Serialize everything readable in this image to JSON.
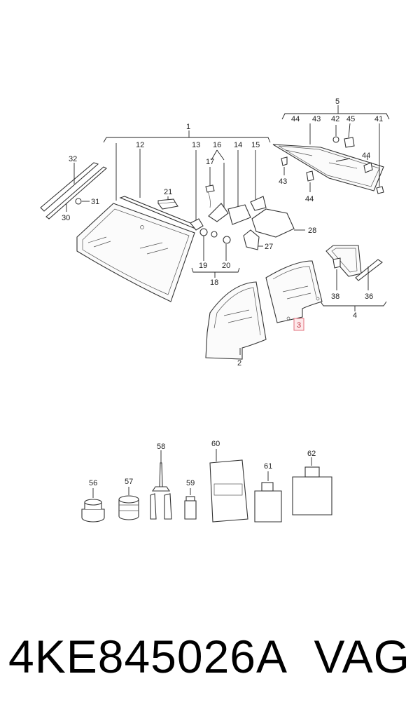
{
  "labels": {
    "n1": "1",
    "n2": "2",
    "n3": "3",
    "n4": "4",
    "n5": "5",
    "n12": "12",
    "n13": "13",
    "n14": "14",
    "n15": "15",
    "n16": "16",
    "n17": "17",
    "n18": "18",
    "n19": "19",
    "n20": "20",
    "n21": "21",
    "n27": "27",
    "n28": "28",
    "n30": "30",
    "n31": "31",
    "n32": "32",
    "n36": "36",
    "n38": "38",
    "n41": "41",
    "n42": "42",
    "n43a": "43",
    "n43b": "43",
    "n44a": "44",
    "n44b": "44",
    "n44c": "44",
    "n45": "45",
    "n56": "56",
    "n57": "57",
    "n58": "58",
    "n59": "59",
    "n60": "60",
    "n61": "61",
    "n62": "62"
  },
  "highlight": {
    "label": "3",
    "color": "#e2707c"
  },
  "footer": {
    "part_number": "4KE845026A",
    "brand": "VAG"
  }
}
